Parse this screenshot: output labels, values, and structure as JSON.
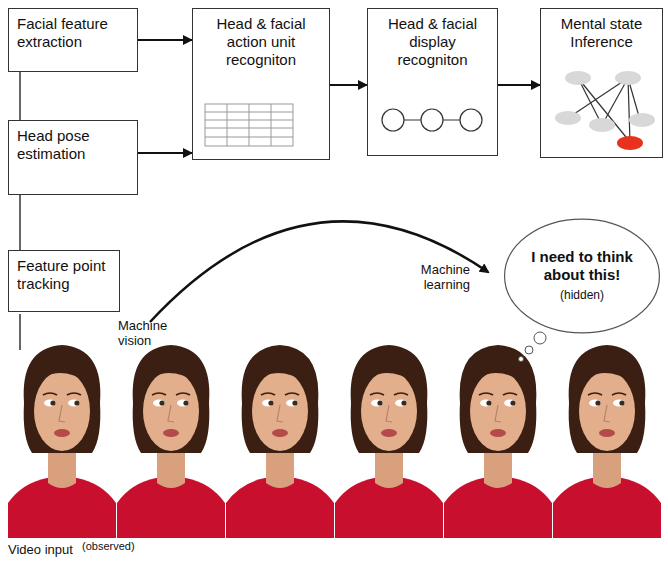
{
  "diagram": {
    "nodes": [
      {
        "text": [
          "Facial feature extraction"
        ]
      },
      {
        "text": [
          "Head & facial action unit recogniton"
        ]
      },
      {
        "text": [
          "Head & facial display recogniton"
        ]
      },
      {
        "text": [
          "Mental state Inference"
        ]
      },
      {
        "text": [
          "Head pose estimation"
        ]
      },
      {
        "text": [
          "Feature point tracking"
        ]
      },
      {
        "text": [
          "I need to think about this!",
          "(hidden)"
        ]
      }
    ],
    "edges": [
      {
        "from": 0,
        "to": 1,
        "arrow": "to"
      },
      {
        "from": 4,
        "to": 1,
        "arrow": "to"
      },
      {
        "from": 1,
        "to": 2,
        "arrow": "to"
      },
      {
        "from": 2,
        "to": 3,
        "arrow": "to"
      },
      {
        "from": 0,
        "to": 4,
        "arrow": "none"
      },
      {
        "from": 4,
        "to": 5,
        "arrow": "none"
      }
    ],
    "labels": [
      "Machine vision",
      "Machine learning",
      "Video input",
      "(observed)"
    ]
  }
}
